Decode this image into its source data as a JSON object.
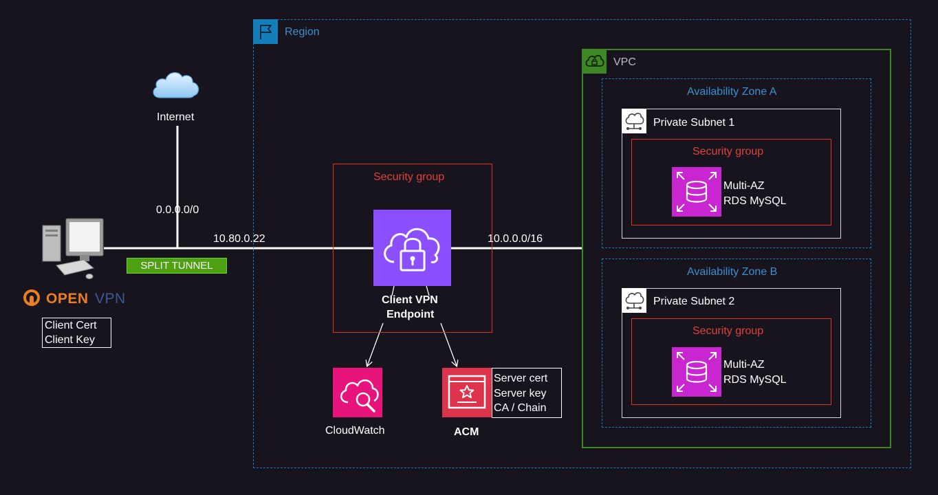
{
  "region": {
    "label": "Region"
  },
  "vpc": {
    "label": "VPC"
  },
  "internet": {
    "label": "Internet"
  },
  "client": {
    "brand_open": "OPEN",
    "brand_vpn": "VPN",
    "cert_lines": [
      "Client Cert",
      "Client Key"
    ]
  },
  "links": {
    "internet_route": "0.0.0.0/0",
    "client_ip": "10.80.0.22",
    "vpc_cidr": "10.0.0.0/16",
    "split_tunnel": "SPLIT TUNNEL"
  },
  "endpoint": {
    "security_group": "Security group",
    "label_line1": "Client VPN",
    "label_line2": "Endpoint"
  },
  "cloudwatch": {
    "label": "CloudWatch"
  },
  "acm": {
    "label": "ACM",
    "items": [
      "Server cert",
      "Server key",
      "CA / Chain"
    ]
  },
  "zones": [
    {
      "label": "Availability Zone A",
      "subnet": "Private Subnet 1",
      "security_group": "Security group",
      "db_line1": "Multi-AZ",
      "db_line2": "RDS MySQL"
    },
    {
      "label": "Availability Zone B",
      "subnet": "Private Subnet 2",
      "security_group": "Security group",
      "db_line1": "Multi-AZ",
      "db_line2": "RDS MySQL"
    }
  ],
  "colors": {
    "background": "#18141d",
    "region": "#147eba",
    "vpc": "#3f8624",
    "security_group": "#dd3522",
    "rds": "#c925d1",
    "client_vpn": "#8c4fff",
    "cloudwatch": "#e7157b",
    "acm": "#dd344c",
    "split_tunnel": "#4ea110",
    "openvpn_orange": "#ea7e20"
  }
}
